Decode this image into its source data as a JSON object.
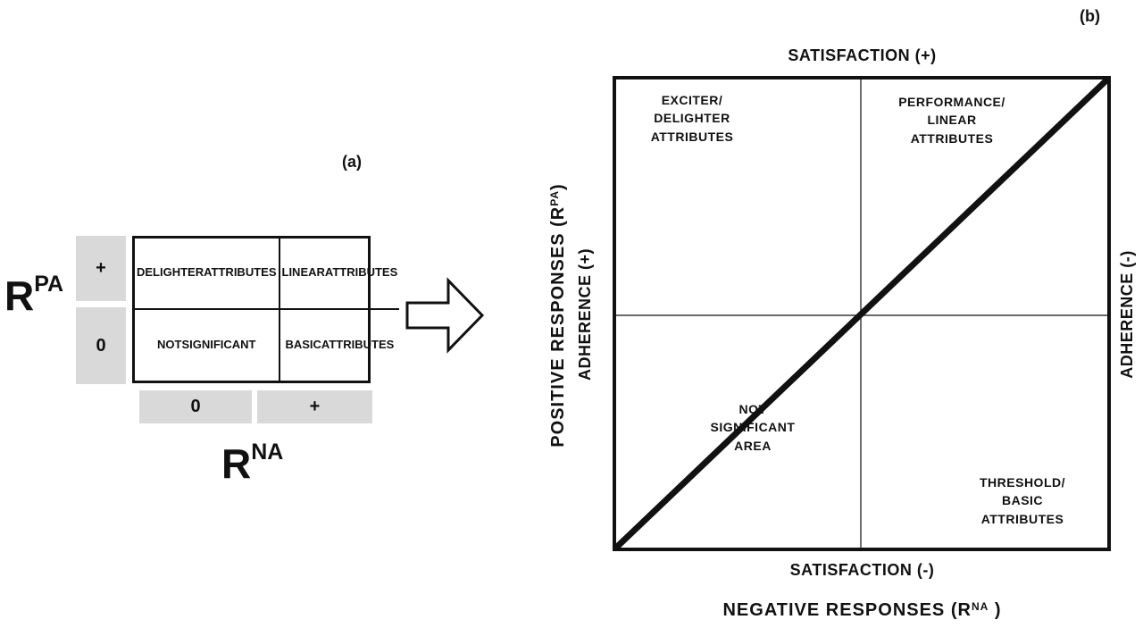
{
  "panel_a": {
    "label": "(a)",
    "row_axis_base": "R",
    "row_axis_sup": "PA",
    "col_axis_base": "R",
    "col_axis_sup": "NA",
    "row_headers": [
      "+",
      "0"
    ],
    "col_headers": [
      "0",
      "+"
    ],
    "cells": [
      {
        "lines": [
          "DELIGHTER",
          "ATTRIBUTES"
        ]
      },
      {
        "lines": [
          "LINEAR",
          "ATTRIBUTES"
        ]
      },
      {
        "lines": [
          "NOT",
          "SIGNIFICANT"
        ]
      },
      {
        "lines": [
          "BASIC",
          "ATTRIBUTES"
        ]
      }
    ]
  },
  "panel_b": {
    "label": "(b)",
    "top_axis": "SATISFACTION  (+)",
    "bottom_axis": "SATISFACTION  (-)",
    "x_axis_base": "NEGATIVE  RESPONSES  (R",
    "x_axis_sup": "NA",
    "x_axis_end": " )",
    "y_axis_base": "POSITIVE  RESPONSES  (R",
    "y_axis_sup": "PA",
    "y_axis_end": ")",
    "left_adherence": "ADHERENCE  (+)",
    "right_adherence": "ADHERENCE  (-)",
    "quadrants": {
      "top_left": [
        "EXCITER/",
        "DELIGHTER",
        "ATTRIBUTES"
      ],
      "top_right": [
        "PERFORMANCE/",
        "LINEAR",
        "ATTRIBUTES"
      ],
      "center_low": [
        "NOT",
        "SIGNIFICANT",
        "AREA"
      ],
      "bottom_right": [
        "THRESHOLD/",
        "BASIC",
        "ATTRIBUTES"
      ]
    }
  },
  "colors": {
    "line": "#111111",
    "header_gray": "#d9d9d9",
    "background": "#ffffff"
  }
}
